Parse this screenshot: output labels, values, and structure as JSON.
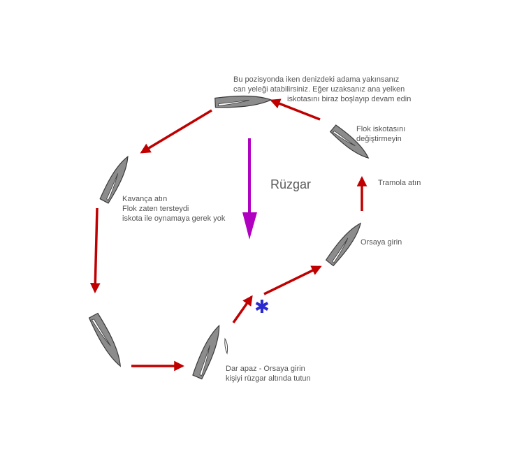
{
  "diagram": {
    "wind": {
      "label": "Rüzgar",
      "color": "#b000c0"
    },
    "colors": {
      "arrow": "#c00000",
      "hull": "#8c8c8c",
      "hull_stroke": "#3a3a3a",
      "sail": "#ffffff",
      "text": "#555555",
      "mob": "#2a2ad0"
    },
    "person_marker": {
      "symbol": "✱",
      "icon": "asterisk-icon"
    },
    "steps": {
      "close_reach": {
        "lines": [
          "Dar apaz - Orsaya girin",
          "kişiyi rüzgar altında tutun"
        ]
      },
      "head_up": {
        "lines": [
          "Orsaya girin"
        ]
      },
      "tack": {
        "lines": [
          "Tramola atın"
        ]
      },
      "jib": {
        "lines": [
          "Flok iskotasını",
          "değiştirmeyin"
        ]
      },
      "pickup": {
        "lines": [
          "Bu pozisyonda iken  denizdeki adama yakınsanız",
          "can yeleği atabilirsiniz. Eğer uzaksanız ana yelken",
          "iskotasını biraz boşlayıp devam edin"
        ]
      },
      "gybe": {
        "lines": [
          "Kavança atın",
          "Flok zaten tersteydi",
          "iskota ile oynamaya gerek yok"
        ]
      }
    }
  }
}
